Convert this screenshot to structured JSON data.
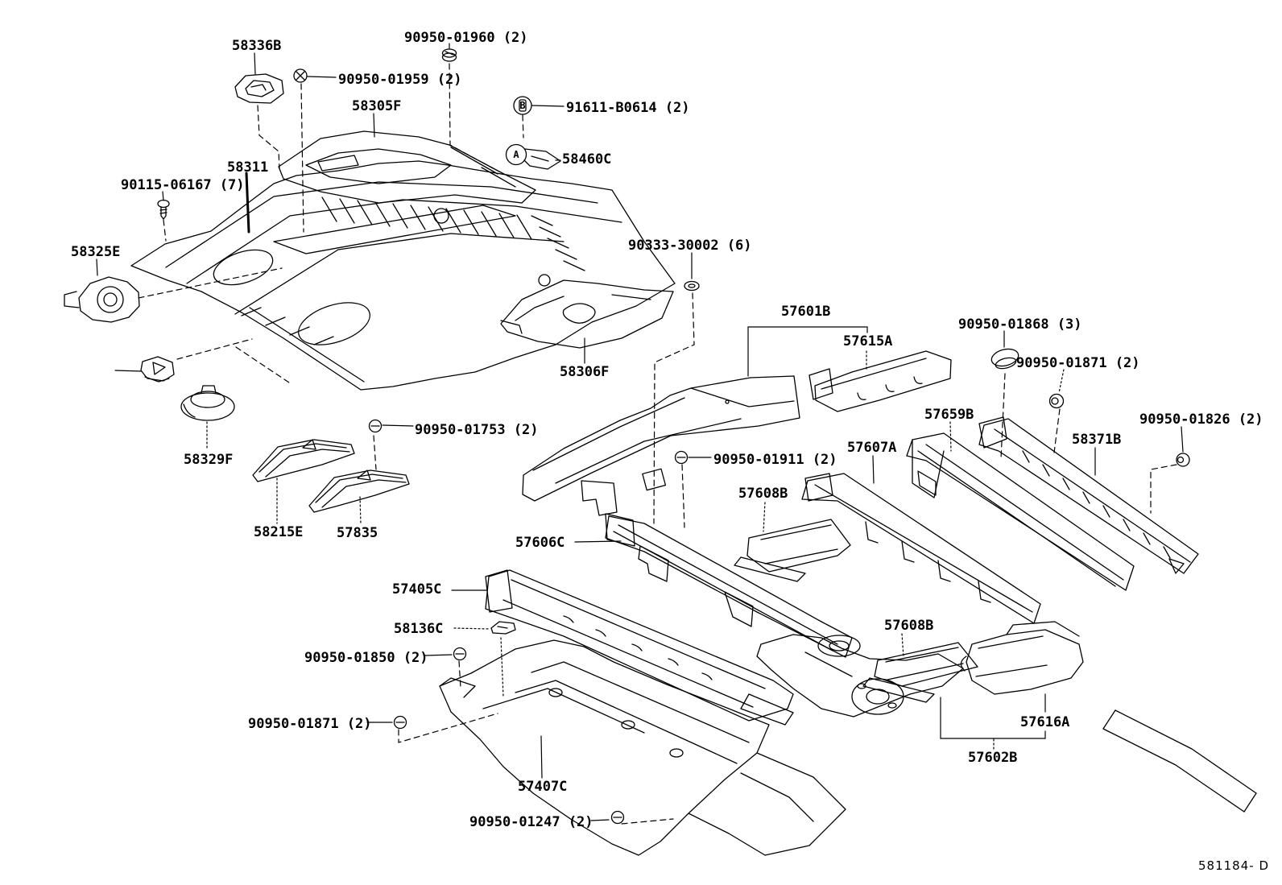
{
  "diagram": {
    "drawing_code": "581184- D",
    "background_color": "#ffffff",
    "line_color": "#000000",
    "markers": {
      "a": "A",
      "b": "B"
    },
    "labels": [
      {
        "id": "58336B",
        "text": "58336B"
      },
      {
        "id": "90950-01960",
        "text": "90950-01960 (2)"
      },
      {
        "id": "90950-01959",
        "text": "90950-01959 (2)"
      },
      {
        "id": "58305F",
        "text": "58305F"
      },
      {
        "id": "91611-B0614",
        "text": "91611-B0614 (2)"
      },
      {
        "id": "58460C",
        "text": "58460C"
      },
      {
        "id": "58311",
        "text": "58311"
      },
      {
        "id": "90115-06167",
        "text": "90115-06167 (7)"
      },
      {
        "id": "58325E",
        "text": "58325E"
      },
      {
        "id": "90333-30002",
        "text": "90333-30002 (6)"
      },
      {
        "id": "57601B",
        "text": "57601B"
      },
      {
        "id": "57615A",
        "text": "57615A"
      },
      {
        "id": "90950-01868",
        "text": "90950-01868 (3)"
      },
      {
        "id": "90950-01871-a",
        "text": "90950-01871 (2)"
      },
      {
        "id": "57659B",
        "text": "57659B"
      },
      {
        "id": "90950-01826",
        "text": "90950-01826 (2)"
      },
      {
        "id": "58371B",
        "text": "58371B"
      },
      {
        "id": "57607A",
        "text": "57607A"
      },
      {
        "id": "90950-01911",
        "text": "90950-01911 (2)"
      },
      {
        "id": "57608B-a",
        "text": "57608B"
      },
      {
        "id": "90950-01753",
        "text": "90950-01753 (2)"
      },
      {
        "id": "58329F",
        "text": "58329F"
      },
      {
        "id": "58215E",
        "text": "58215E"
      },
      {
        "id": "57835",
        "text": "57835"
      },
      {
        "id": "57606C",
        "text": "57606C"
      },
      {
        "id": "57405C",
        "text": "57405C"
      },
      {
        "id": "58136C",
        "text": "58136C"
      },
      {
        "id": "90950-01850",
        "text": "90950-01850 (2)"
      },
      {
        "id": "90950-01871-b",
        "text": "90950-01871 (2)"
      },
      {
        "id": "57608B-b",
        "text": "57608B"
      },
      {
        "id": "57616A",
        "text": "57616A"
      },
      {
        "id": "57602B",
        "text": "57602B"
      },
      {
        "id": "57407C",
        "text": "57407C"
      },
      {
        "id": "90950-01247",
        "text": "90950-01247 (2)"
      },
      {
        "id": "58306F",
        "text": "58306F"
      }
    ]
  }
}
